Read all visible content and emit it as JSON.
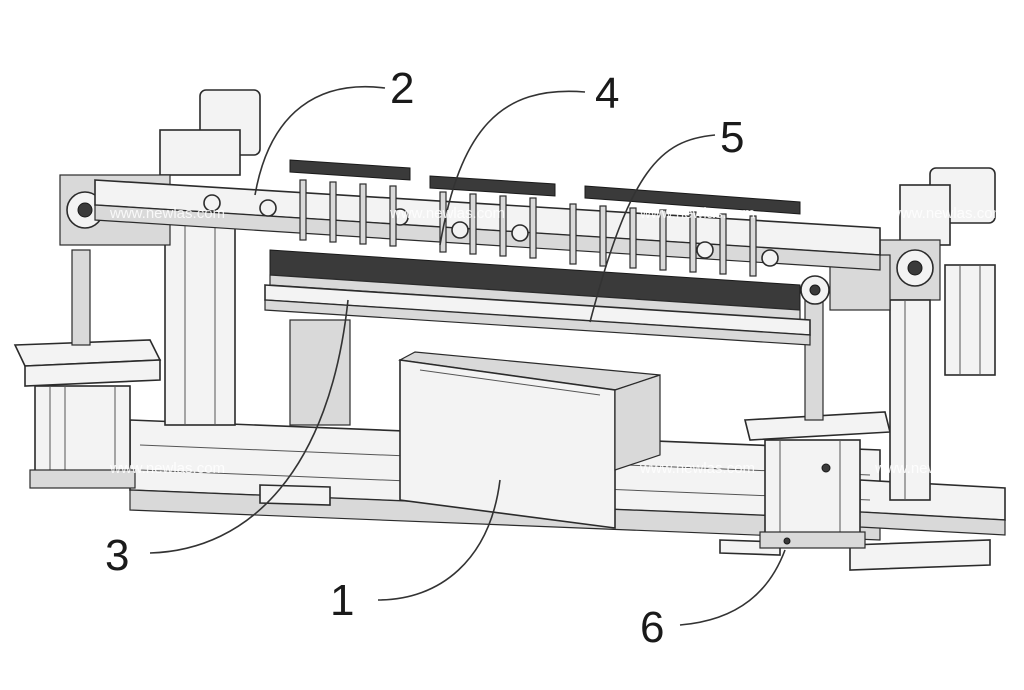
{
  "callouts": [
    "1",
    "2",
    "3",
    "4",
    "5",
    "6"
  ],
  "watermark": "www.newlas.com"
}
